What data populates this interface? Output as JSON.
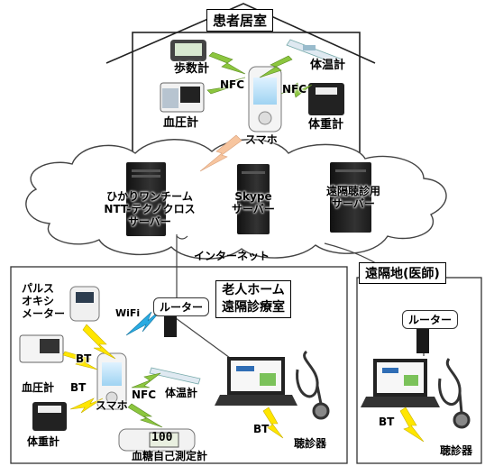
{
  "sections": {
    "patient_room": "患者居室",
    "nursing_home": [
      "老人ホーム",
      "遠隔診療室"
    ],
    "remote_site": "遠隔地(医師)",
    "internet": "インターネット"
  },
  "patient_devices": {
    "pedometer": "歩数計",
    "thermometer": "体温計",
    "blood_pressure": "血圧計",
    "scale": "体重計",
    "smartphone": "スマホ",
    "nfc_left": "NFC",
    "nfc_right": "NFC"
  },
  "servers": {
    "hikari": [
      "ひかりワンチーム",
      "NTT-テクノクロス",
      "サーバー"
    ],
    "skype": [
      "Skype",
      "サーバー"
    ],
    "stethoscope_server": [
      "遠隔聴診用",
      "サーバー"
    ]
  },
  "nursing_devices": {
    "pulse_oximeter": [
      "パルス",
      "オキシ",
      "メーター"
    ],
    "wifi": "WiFi",
    "router": "ルーター",
    "bt_upper": "BT",
    "blood_pressure": "血圧計",
    "bt_lower": "BT",
    "scale": "体重計",
    "smartphone": "スマホ",
    "nfc": "NFC",
    "thermometer": "体温計",
    "glucose_meter": "血糖自己測定計",
    "glucose_reading": "100",
    "bt_stethoscope": "BT",
    "stethoscope": "聴診器"
  },
  "remote_devices": {
    "router": "ルーター",
    "bt": "BT",
    "stethoscope": "聴診器"
  },
  "colors": {
    "lightning_green": "#8cc63f",
    "lightning_yellow": "#ffe600",
    "lightning_blue": "#29abe2",
    "lightning_peach": "#f7c59f",
    "cloud_fill": "#ffffff",
    "outline": "#333333"
  }
}
